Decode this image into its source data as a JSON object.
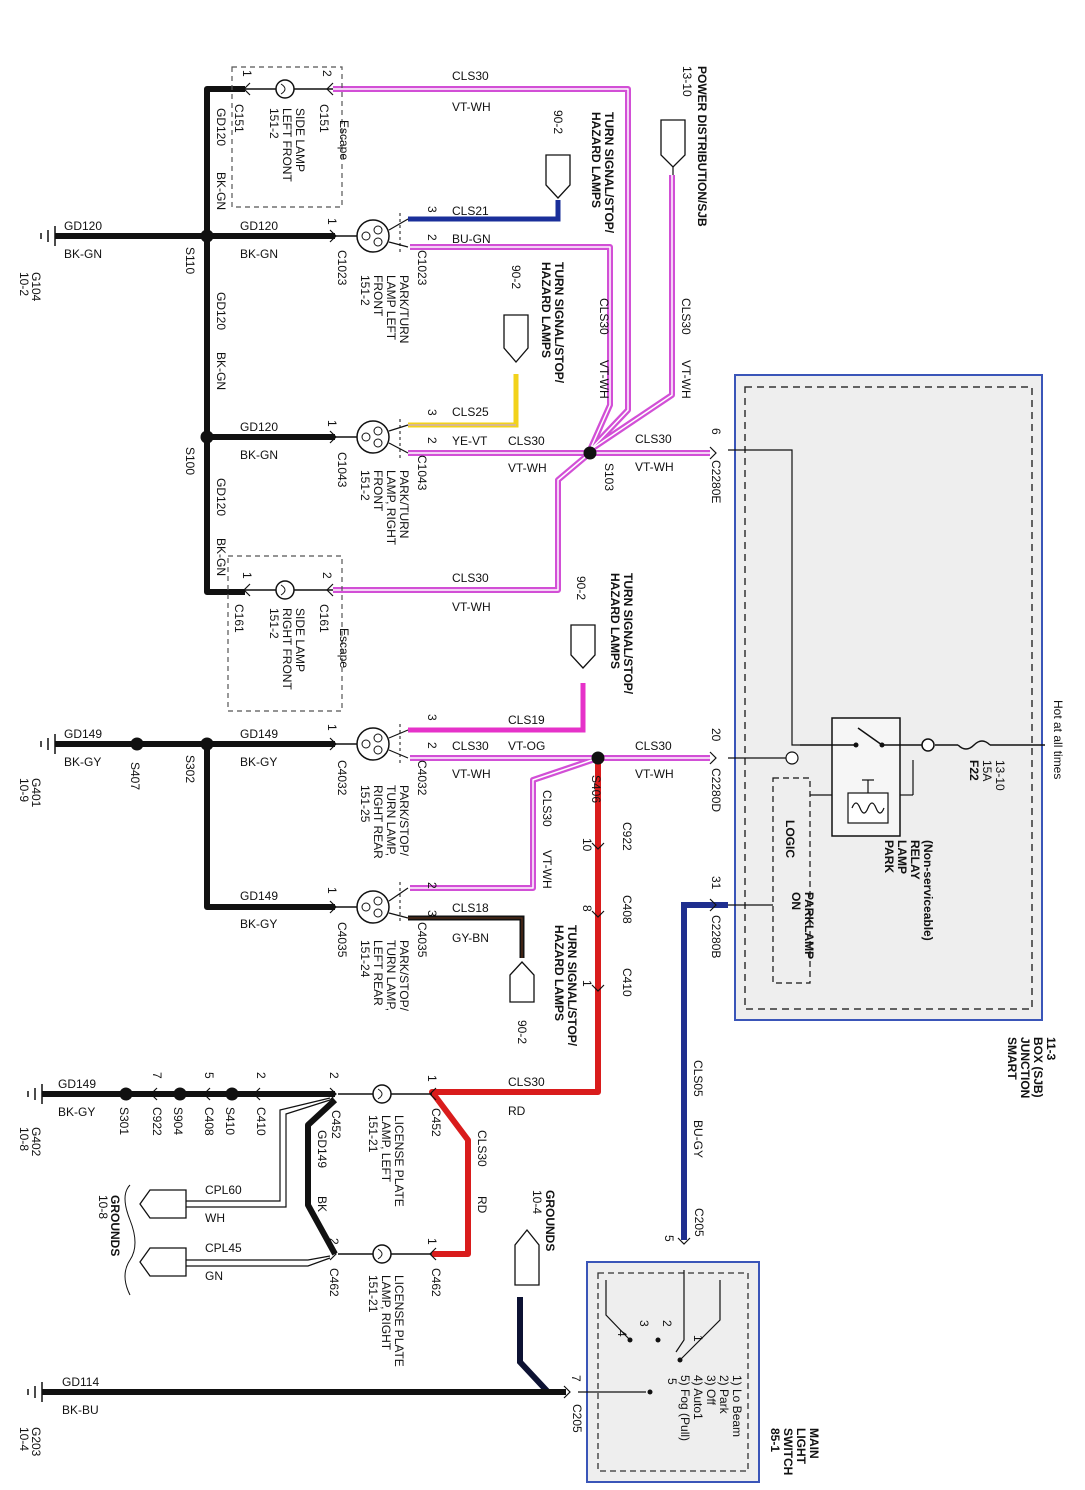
{
  "diagram": {
    "colors": {
      "vt_wh": "#d24fd6",
      "bu_gn": "#1a2f9a",
      "ye_vt": "#f2d21b",
      "rd": "#d91c1c",
      "vt_og": "#e632c9",
      "bu_gy": "#1f2f8f",
      "bk": "#111111",
      "bk_bu": "#0d1233",
      "gy_bn": "#5a3018",
      "module_fill": "#eeeeee",
      "module_border": "#3a55b8"
    },
    "grounds": [
      {
        "circuit": "GD120",
        "wire": "BK-GN",
        "ground": "G104",
        "page": "10-2"
      },
      {
        "circuit": "GD149",
        "wire": "BK-GY",
        "ground": "G401",
        "page": "10-9"
      },
      {
        "circuit": "GD149",
        "wire": "BK-GY",
        "ground": "G402",
        "page": "10-8"
      },
      {
        "circuit": "GD114",
        "wire": "BK-BU",
        "ground": "G203",
        "page": "10-4"
      }
    ],
    "splices": [
      "S110",
      "S100",
      "S302",
      "S407",
      "S406",
      "S103",
      "S301",
      "S904",
      "S410"
    ],
    "ground_chain": [
      {
        "pin": "7",
        "conn": "C922"
      },
      {
        "pin": "5",
        "conn": "C408"
      },
      {
        "pin": "2",
        "conn": "C410"
      },
      {
        "pin": "2",
        "conn": "C452"
      }
    ],
    "lamps": [
      {
        "name_lines": [
          "SIDE LAMP",
          "LEFT FRONT",
          "151-2"
        ],
        "escape": "Escape",
        "conn_a": "C151",
        "pin_a": "1",
        "conn_b": "C151",
        "pin_b": "2"
      },
      {
        "name_lines": [
          "PARK/TURN",
          "LAMP LEFT",
          "FRONT",
          "151-2"
        ],
        "conn_a": "C1023",
        "conn_b": "C1023",
        "pins": [
          "1",
          "2",
          "3"
        ]
      },
      {
        "name_lines": [
          "PARK/TURN",
          "LAMP, RIGHT",
          "FRONT",
          "151-2"
        ],
        "conn_a": "C1043",
        "conn_b": "C1043",
        "pins": [
          "1",
          "2",
          "3"
        ]
      },
      {
        "name_lines": [
          "SIDE LAMP",
          "RIGHT FRONT",
          "151-2"
        ],
        "escape": "Escape",
        "conn_a": "C161",
        "pin_a": "1",
        "conn_b": "C161",
        "pin_b": "2"
      },
      {
        "name_lines": [
          "PARK/STOP/",
          "TURN LAMP,",
          "RIGHT REAR",
          "151-25"
        ],
        "conn_a": "C4032",
        "conn_b": "C4032",
        "pins": [
          "1",
          "2",
          "3"
        ]
      },
      {
        "name_lines": [
          "PARK/STOP/",
          "TURN LAMP,",
          "LEFT REAR",
          "151-24"
        ],
        "conn_a": "C4035",
        "conn_b": "C4035",
        "pins": [
          "1",
          "2",
          "3"
        ]
      },
      {
        "name_lines": [
          "LICENSE PLATE",
          "LAMP, LEFT",
          "151-21"
        ],
        "conn_a": "C452",
        "pin_a": "1",
        "conn_b": "C452",
        "pin_b": "2"
      },
      {
        "name_lines": [
          "LICENSE PLATE",
          "LAMP, RIGHT",
          "151-21"
        ],
        "conn_a": "C462",
        "pin_a": "1",
        "conn_b": "C462",
        "pin_b": "2"
      }
    ],
    "wire_labels": {
      "cls30": "CLS30",
      "vt_wh": "VT-WH",
      "cls21": "CLS21",
      "bu_gn": "BU-GN",
      "cls25": "CLS25",
      "ye_vt": "YE-VT",
      "cls19": "CLS19",
      "vt_og": "VT-OG",
      "cls18": "CLS18",
      "gy_bn": "GY-BN",
      "rd": "RD",
      "cls05": "CLS05",
      "bu_gy": "BU-GY",
      "gd120": "GD120",
      "bk_gn": "BK-GN",
      "gd149": "GD149",
      "bk_gy": "BK-GY",
      "bk": "BK",
      "cpl60": "CPL60",
      "wh": "WH",
      "cpl45": "CPL45",
      "gn": "GN",
      "gd114": "GD114",
      "bk_bu": "BK-BU"
    },
    "references": {
      "turn_signal_lines": [
        "TURN SIGNAL/STOP/",
        "HAZARD LAMPS"
      ],
      "turn_signal_page": "90-2",
      "power_dist_lines": [
        "POWER DISTRIBUTION/SJB"
      ],
      "power_dist_page": "13-10",
      "grounds_label": "GROUNDS",
      "grounds_page_left": "10-8",
      "grounds_page_right": "10-4"
    },
    "sjb": {
      "title_lines": [
        "SMART",
        "JUNCTION",
        "BOX (SJB)",
        "11-3"
      ],
      "hot_label": "Hot at all times",
      "fuse_lines": [
        "F22",
        "15A",
        "13-10"
      ],
      "relay_lines": [
        "PARK",
        "LAMP",
        "RELAY",
        "(Non-serviceable)"
      ],
      "logic_label": "LOGIC",
      "parklamp_lines": [
        "PARKLAMP",
        "ON"
      ],
      "pins": [
        {
          "pin": "6",
          "conn": "C2280E"
        },
        {
          "pin": "20",
          "conn": "C2280D"
        },
        {
          "pin": "31",
          "conn": "C2280B"
        }
      ]
    },
    "inline_connectors": [
      {
        "pin": "10",
        "conn": "C922"
      },
      {
        "pin": "8",
        "conn": "C408"
      },
      {
        "pin": "1",
        "conn": "C410"
      }
    ],
    "switch": {
      "title_lines": [
        "MAIN",
        "LIGHT",
        "SWITCH",
        "85-1"
      ],
      "positions": [
        "1) Lo Beam",
        "2) Park",
        "3) Off",
        "4) Auto1",
        "5) Fog (Pull)"
      ],
      "contacts": [
        "1",
        "2",
        "3",
        "4",
        "5"
      ],
      "pin_5": "5",
      "pin_7": "7",
      "conn": "C205"
    }
  }
}
